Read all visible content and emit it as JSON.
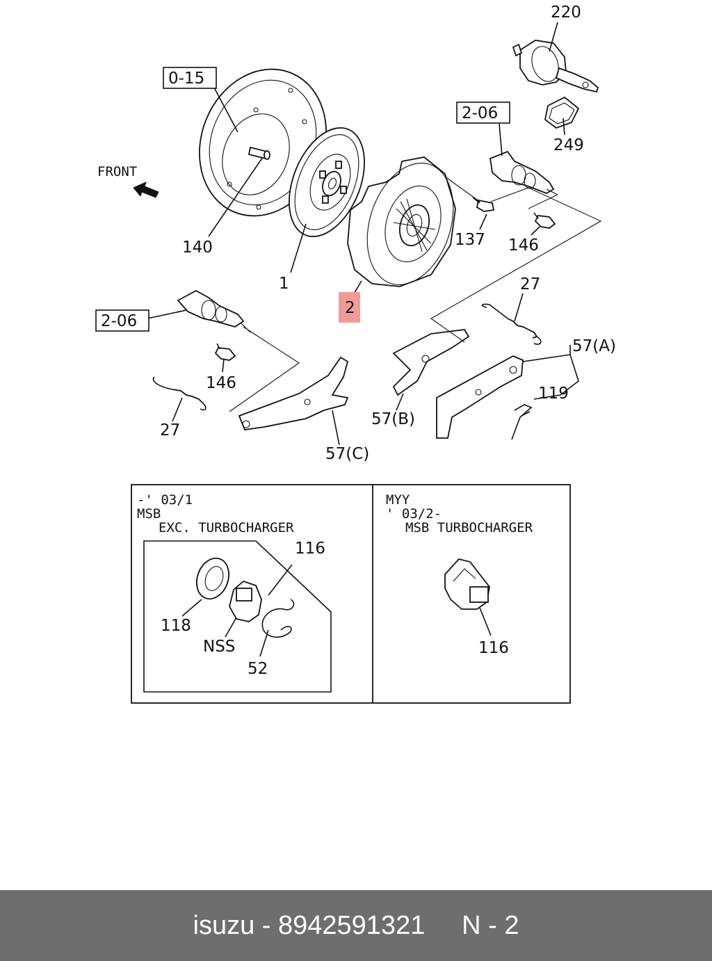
{
  "accent_color": "#f29a9a",
  "labels": {
    "c220": "220",
    "c015": "0-15",
    "c206_top": "2-06",
    "c249": "249",
    "front": "FRONT",
    "c137": "137",
    "c146_top": "146",
    "c140": "140",
    "c1": "1",
    "c2": "2",
    "c27_top": "27",
    "c206_left": "2-06",
    "c57a": "57(A)",
    "c146_left": "146",
    "c119": "119",
    "c57b": "57(B)",
    "c27_left": "27",
    "c57c": "57(C)"
  },
  "inset_left": {
    "line1": "-' 03/1",
    "line2": "MSB",
    "line3": "EXC. TURBOCHARGER",
    "c116": "116",
    "c118": "118",
    "nss": "NSS",
    "c52": "52"
  },
  "inset_right": {
    "line1": "MYY",
    "line2": "' 03/2-",
    "line3": "MSB  TURBOCHARGER",
    "c116": "116"
  },
  "footer": {
    "text": "isuzu - 8942591321     N - 2"
  }
}
